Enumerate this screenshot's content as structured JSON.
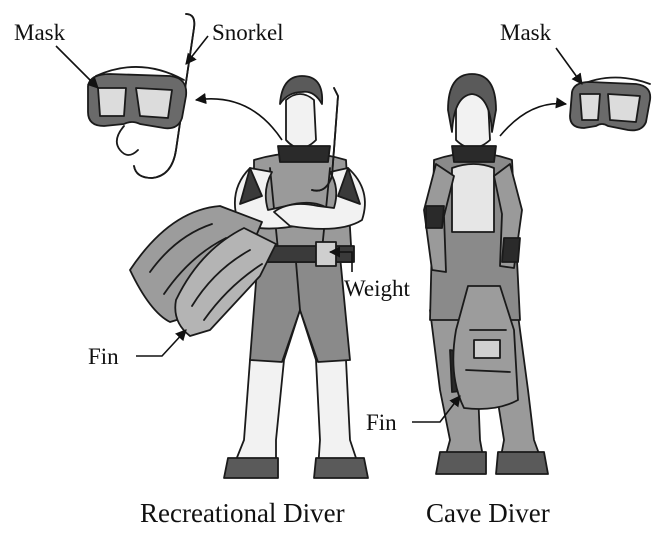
{
  "labels": {
    "mask_left": "Mask",
    "snorkel": "Snorkel",
    "mask_right": "Mask",
    "weight": "Weight",
    "fin_left": "Fin",
    "fin_right": "Fin"
  },
  "captions": {
    "recreational": "Recreational Diver",
    "cave": "Cave Diver"
  },
  "colors": {
    "suit_dark": "#3a3a3a",
    "suit_mid": "#8a8a8a",
    "suit_light": "#d9d9d9",
    "fin_gray": "#9c9c9c",
    "skin": "#f2f2f2",
    "ink": "#1a1a1a"
  }
}
